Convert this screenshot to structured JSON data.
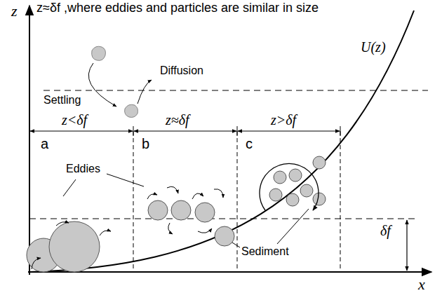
{
  "diagram": {
    "labels": [
      "z≈δf ,where eddies and particles are similar in size",
      "z",
      "U(z)",
      "Diffusion",
      "Settling",
      "z<δf",
      "z≈δf",
      "z>δf",
      "a",
      "b",
      "c",
      "Eddies",
      "Sediment",
      "δf",
      "x"
    ]
  }
}
